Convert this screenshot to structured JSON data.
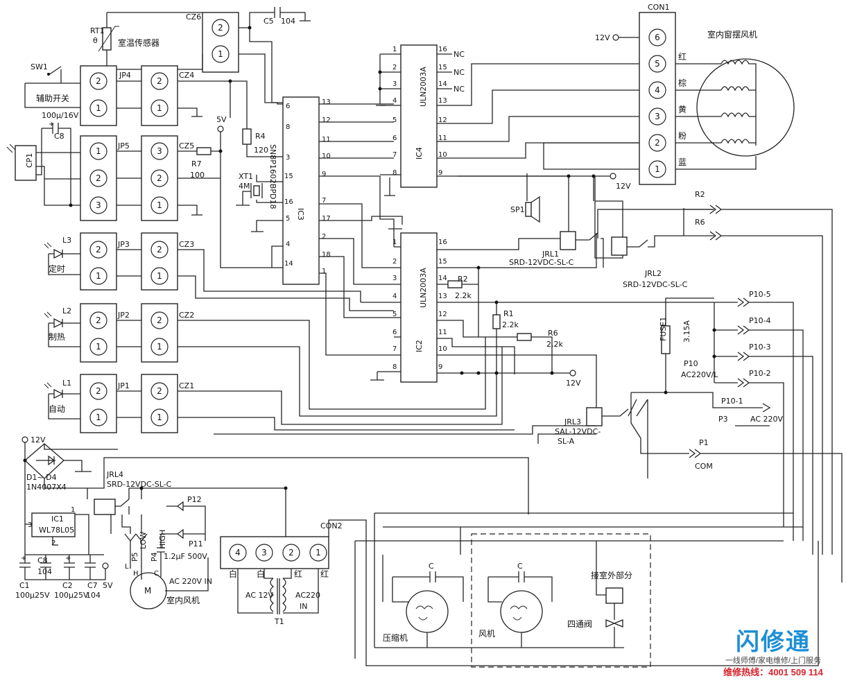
{
  "labels": {
    "cz6": "CZ6",
    "c5": "C5",
    "c5_val": "104",
    "con1": "CON1",
    "v12_con1": "12V",
    "indoor_swing_fan": "室内窗摆风机",
    "rt1": "RT1",
    "rt1_val": "θ",
    "room_temp_sensor": "室温传感器",
    "sw1": "SW1",
    "aux_switch": "辅助开关",
    "jp4": "JP4",
    "cz4": "CZ4",
    "c8_val": "100μ/16V",
    "c8": "C8",
    "cp1": "CP1",
    "jp5": "JP5",
    "cz5": "CZ5",
    "r7": "R7",
    "r7_val": "100",
    "v5": "5V",
    "r4": "R4",
    "r4_val": "120",
    "xt1": "XT1",
    "xt1_val": "4M",
    "ic3_part": "SN8P1602BPD18",
    "ic3": "IC3",
    "ic4_part": "ULN2003A",
    "ic4": "IC4",
    "ic2_part": "ULN2003A",
    "ic2": "IC2",
    "nc": "NC",
    "wire_red": "红",
    "wire_brown": "棕",
    "wire_yellow": "黄",
    "wire_pink": "粉",
    "wire_blue": "蓝",
    "sp1": "SP1",
    "v12_relay": "12V",
    "jrl1": "JRL1",
    "jrl1_part": "SRD-12VDC-SL-C",
    "jrl2": "JRL2",
    "jrl2_part": "SRD-12VDC-SL-C",
    "r2_out": "R2",
    "r6_out": "R6",
    "l3": "L3",
    "jp3": "JP3",
    "cz3": "CZ3",
    "timer": "定时",
    "l2": "L2",
    "jp2": "JP2",
    "cz2": "CZ2",
    "heating": "制热",
    "l1": "L1",
    "jp1": "JP1",
    "cz1": "CZ1",
    "auto": "自动",
    "r2": "R2",
    "r2_val": "2.2k",
    "r1": "R1",
    "r1_val": "2.2k",
    "r6": "R6",
    "r6_val": "2.2k",
    "v12_ic2": "12V",
    "fuse1": "FUSE1",
    "fuse1_val": "3.15A",
    "p10_5": "P10-5",
    "p10_4": "P10-4",
    "p10_3": "P10-3",
    "p10_2": "P10-2",
    "p10_1": "P10-1",
    "p10": "P10",
    "p10_desc": "AC220V/L",
    "p3": "P3",
    "ac220v": "AC 220V",
    "jrl3": "JRL3",
    "jrl3_part1": "SAL-12VDC-",
    "jrl3_part2": "SL-A",
    "p1": "P1",
    "com": "COM",
    "v12_bridge": "12V",
    "d1d4": "D1~ D4",
    "d1d4_part": "1N4007X4",
    "jrl4": "JRL4",
    "jrl4_part": "SRD-12VDC-SL-C",
    "p12": "P12",
    "p11": "P11",
    "con2": "CON2",
    "ic1": "IC1",
    "ic1_part": "WL78L05",
    "c8b": "C8",
    "c8b_val": "104",
    "c1": "C1",
    "c1_val": "100μ25V",
    "c2": "C2",
    "c2_val": "100μ25V",
    "c7": "C7",
    "c7_val": "104",
    "v5b": "5V",
    "p5": "P5",
    "low": "LOW",
    "p4": "P4",
    "high": "HIGH",
    "cap_val": "1.2μF  500V",
    "h": "H",
    "l": "L",
    "c": "C",
    "motor_m": "M",
    "indoor_fan": "室内风机",
    "ac220_in": "AC  220V  IN",
    "t_white1": "白",
    "t_white2": "白",
    "t_red1": "红",
    "t_red2": "红",
    "ac12v": "AC  12V",
    "ac220": "AC220",
    "in": "IN",
    "t1": "T1",
    "cap_c1": "C",
    "cap_c2": "C",
    "compressor": "压缩机",
    "fan": "风机",
    "outdoor_part": "接室外部分",
    "four_way_valve": "四通阀"
  },
  "pins": {
    "cz6": [
      "2",
      "1"
    ],
    "jp4": [
      "2",
      "1"
    ],
    "cz4": [
      "2",
      "1"
    ],
    "jp5": [
      "1",
      "2",
      "3"
    ],
    "cz5": [
      "3",
      "2",
      "1"
    ],
    "jp3": [
      "2",
      "1"
    ],
    "cz3": [
      "2",
      "1"
    ],
    "jp2": [
      "2",
      "1"
    ],
    "cz2": [
      "2",
      "1"
    ],
    "jp1": [
      "2",
      "1"
    ],
    "cz1": [
      "2",
      "1"
    ],
    "con1": [
      "6",
      "5",
      "4",
      "3",
      "2",
      "1"
    ],
    "con2": [
      "4",
      "3",
      "2",
      "1"
    ],
    "ic3_left": [
      "6",
      "8",
      "3",
      "15",
      "16",
      "5",
      "4",
      "14"
    ],
    "ic3_right": [
      "13",
      "12",
      "11",
      "10",
      "9",
      "7",
      "17",
      "2",
      "18",
      "1"
    ],
    "ic4_left": [
      "1",
      "2",
      "3",
      "4",
      "5",
      "6",
      "7",
      "8"
    ],
    "ic4_right": [
      "16",
      "15",
      "14",
      "13",
      "12",
      "11",
      "10",
      "9"
    ],
    "ic2_left": [
      "1",
      "2",
      "3",
      "4",
      "5",
      "6",
      "7",
      "8"
    ],
    "ic2_right": [
      "16",
      "15",
      "14",
      "13",
      "12",
      "11",
      "10",
      "9"
    ],
    "ic1": [
      "1",
      "2",
      "3"
    ]
  },
  "brand": {
    "logo": "闪修通",
    "slogan": "一线师傅/家电维修/上门服务",
    "hotline": "维修热线：4001 509 114",
    "colors": {
      "logo": "#1e8fd6",
      "hotline": "#d8222a"
    }
  }
}
